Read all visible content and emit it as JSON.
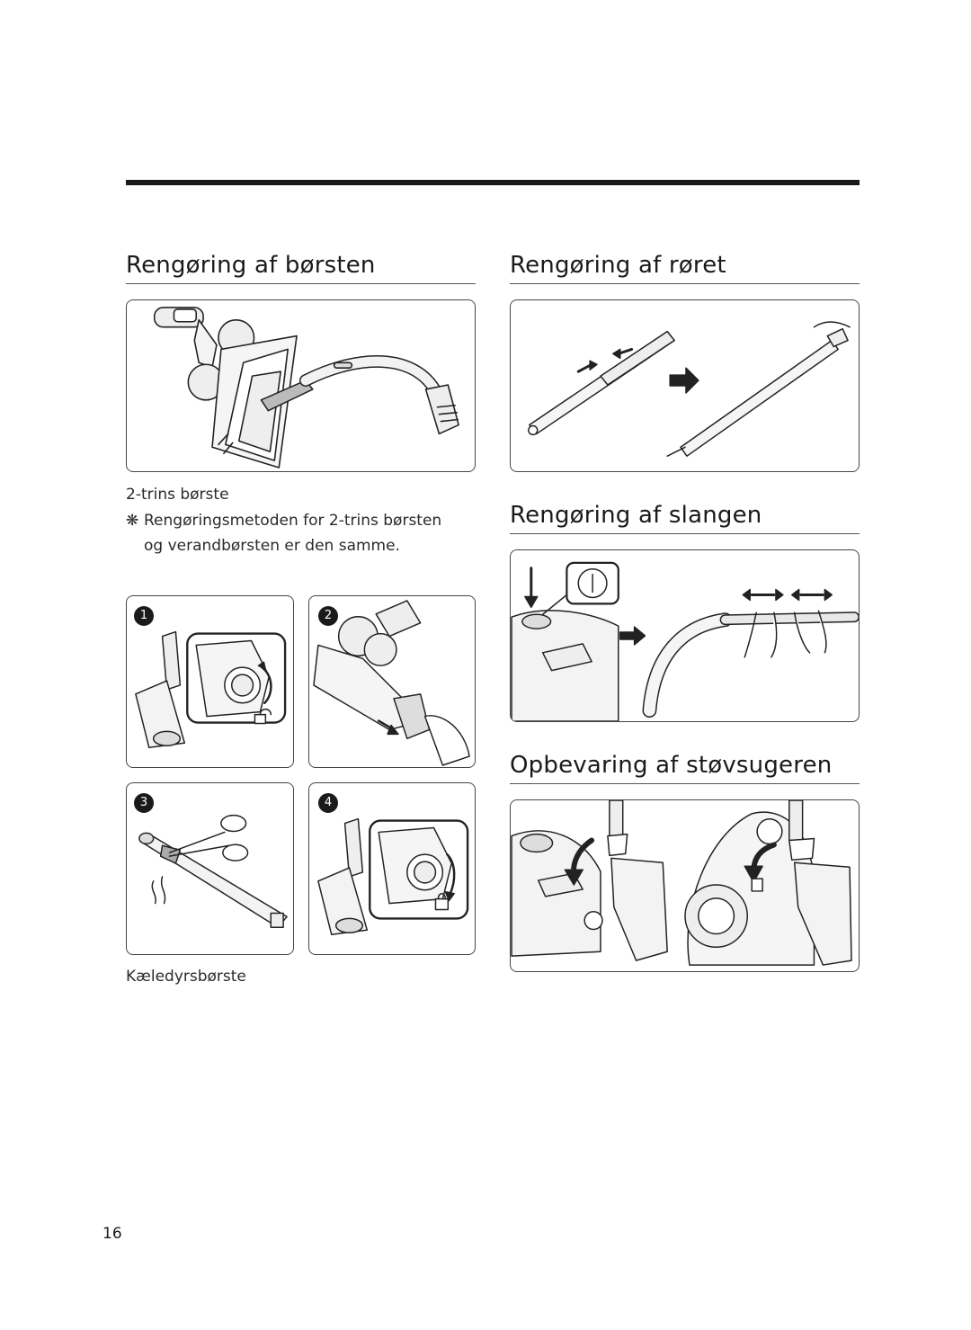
{
  "sections": {
    "brush": {
      "title": "Rengøring af børsten"
    },
    "tube": {
      "title": "Rengøring af røret"
    },
    "hose": {
      "title": "Rengøring af slangen"
    },
    "storage": {
      "title": "Opbevaring af støvsugeren"
    }
  },
  "brush_caption": "2-trins børste",
  "note": {
    "symbol": "❋",
    "line1": "Rengøringsmetoden for 2-trins børsten",
    "line2": "og verandbørsten er den samme."
  },
  "pet_brush_caption": "Kæledyrsbørste",
  "steps": [
    "1",
    "2",
    "3",
    "4"
  ],
  "page_number": "16"
}
